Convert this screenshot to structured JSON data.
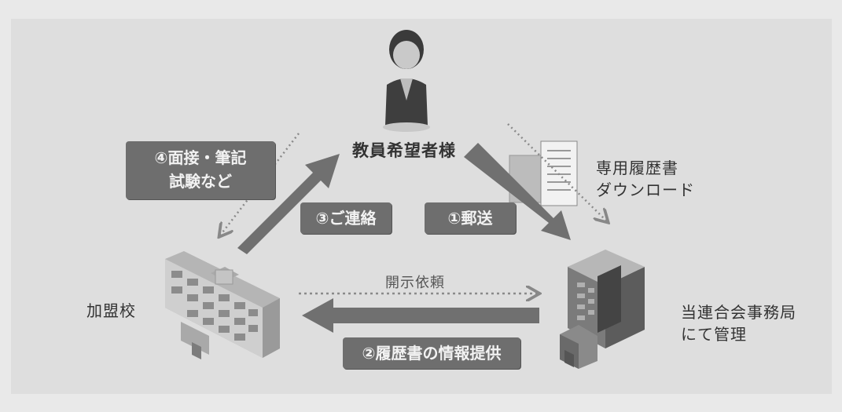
{
  "labels": {
    "applicant": "教員希望者様",
    "download_line1": "専用履歴書",
    "download_line2": "ダウンロード",
    "member_school": "加盟校",
    "office_line1": "当連合会事務局",
    "office_line2": "にて管理",
    "disclosure_request": "開示依頼"
  },
  "badges": {
    "step1": "①郵送",
    "step2": "②履歴書の情報提供",
    "step3": "③ご連絡",
    "step4_line1": "④面接・筆記",
    "step4_line2": "試験など"
  },
  "colors": {
    "background": "#e9e9e9",
    "badge": "#6e6e6e",
    "arrow": "#707070",
    "text": "#333333"
  },
  "icons": [
    "person-icon",
    "resume-document-icon",
    "school-building-icon",
    "office-building-icon"
  ]
}
